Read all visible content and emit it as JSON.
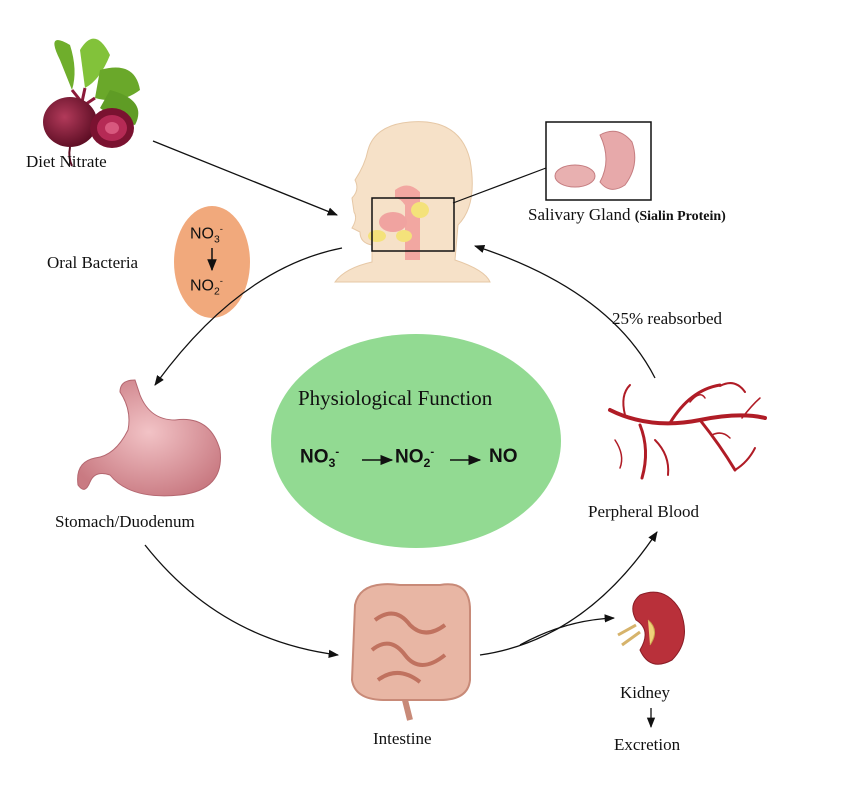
{
  "labels": {
    "diet_nitrate": "Diet Nitrate",
    "oral_bacteria": "Oral Bacteria",
    "salivary_gland": "Salivary Gland",
    "sialin_protein": "(Sialin Protein)",
    "reabsorbed": "25% reabsorbed",
    "stomach": "Stomach/Duodenum",
    "peripheral_blood": "Perpheral Blood",
    "intestine": "Intestine",
    "kidney": "Kidney",
    "excretion": "Excretion"
  },
  "bacteria_box": {
    "top": {
      "base": "NO",
      "sub": "3",
      "sup": "-"
    },
    "bottom": {
      "base": "NO",
      "sub": "2",
      "sup": "-"
    }
  },
  "center": {
    "title": "Physiological Function",
    "formula": [
      {
        "base": "NO",
        "sub": "3",
        "sup": "-"
      },
      {
        "base": "NO",
        "sub": "2",
        "sup": "-"
      },
      {
        "base": "NO",
        "sub": "",
        "sup": ""
      }
    ]
  },
  "colors": {
    "center_ellipse": "#92da92",
    "bacteria_ellipse": "#f1a97c",
    "arrow": "#111111"
  }
}
